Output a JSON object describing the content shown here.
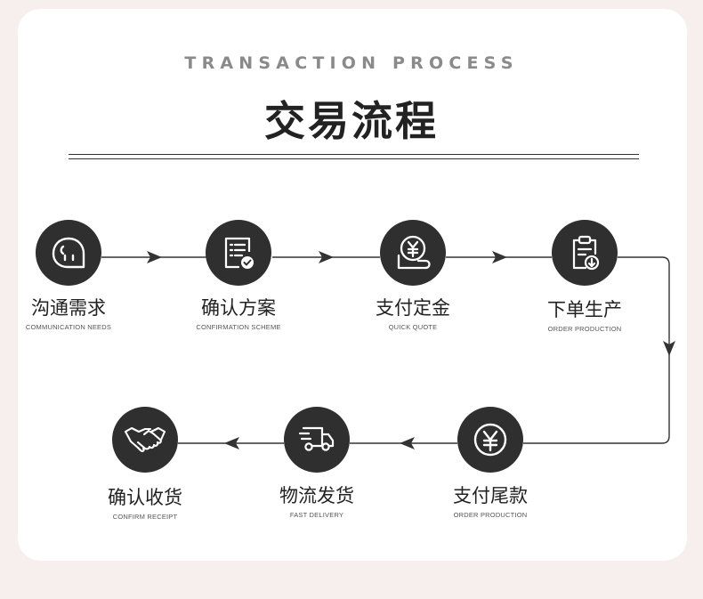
{
  "header": {
    "subtitle": "TRANSACTION PROCESS",
    "title": "交易流程"
  },
  "steps": [
    {
      "cn": "沟通需求",
      "en": "COMMUNICATION NEEDS",
      "icon": "chat-bubble-icon"
    },
    {
      "cn": "确认方案",
      "en": "CONFIRMATION SCHEME",
      "icon": "checklist-icon"
    },
    {
      "cn": "支付定金",
      "en": "QUICK QUOTE",
      "icon": "yuan-coin-hand-icon"
    },
    {
      "cn": "下单生产",
      "en": "ORDER PRODUCTION",
      "icon": "clipboard-download-icon"
    },
    {
      "cn": "支付尾款",
      "en": "ORDER PRODUCTION",
      "icon": "yuan-circle-icon"
    },
    {
      "cn": "物流发货",
      "en": "FAST DELIVERY",
      "icon": "delivery-truck-icon"
    },
    {
      "cn": "确认收货",
      "en": "CONFIRM RECEIPT",
      "icon": "handshake-icon"
    }
  ],
  "colors": {
    "background": "#f7efed",
    "card": "#ffffff",
    "circle": "#2f2f2f",
    "text": "#222222",
    "line": "#333333"
  }
}
